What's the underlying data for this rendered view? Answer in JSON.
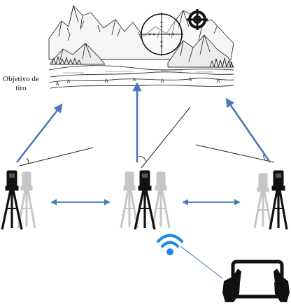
{
  "labels": {
    "target": "Objetivo de tiro"
  },
  "colors": {
    "arrow_blue": "#4a78b8",
    "line_dark": "#222222",
    "wifi_blue": "#1e88e5",
    "device_ghost": "#c4c4c4",
    "device_dark": "#111111"
  },
  "icons": {
    "scope": "rifle-scope-crosshair",
    "target": "crosshair-target-icon",
    "wifi": "wifi-icon",
    "tablet": "tablet-in-hands-icon",
    "station": "theodolite-on-tripod"
  }
}
